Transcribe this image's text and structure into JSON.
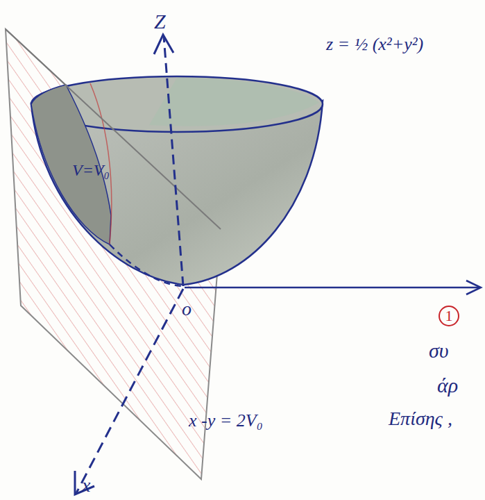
{
  "diagram": {
    "labels": [
      "Z",
      "z = ½ (x²+y²)",
      "V=V₀",
      "o",
      "x -y = 2V₀",
      "x",
      "1",
      "συ",
      "άρ",
      "Επίσης ,"
    ]
  }
}
